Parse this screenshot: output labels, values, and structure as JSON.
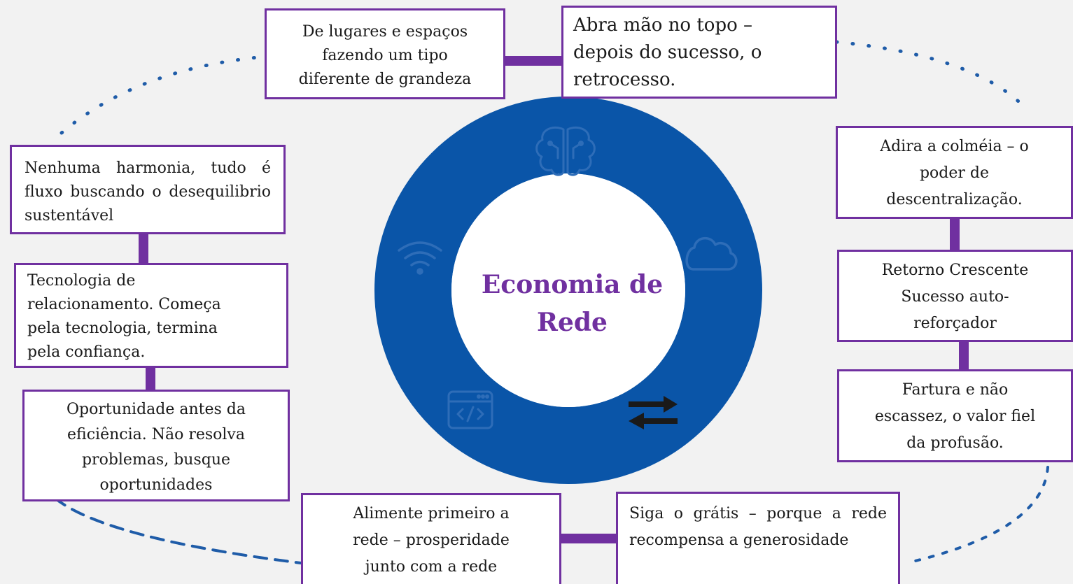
{
  "center": {
    "line1": "Economia de",
    "line2": "Rede"
  },
  "colors": {
    "ring": "#0a55a8",
    "accent": "#7030a0",
    "dots": "#1f5ca8",
    "box_border": "#7030a0"
  },
  "boxes": {
    "top_left": [
      "De lugares e espaços",
      "fazendo um tipo",
      "diferente de grandeza"
    ],
    "top_right": [
      "Abra mão no topo –",
      "depois do sucesso, o",
      "retrocesso."
    ],
    "left_1": "Nenhuma harmonia, tudo é fluxo buscando o desequilibrio sustentável",
    "left_2": [
      "Tecnologia de",
      "relacionamento. Começa",
      "pela tecnologia, termina",
      "pela confiança."
    ],
    "left_3": [
      "Oportunidade antes da",
      "eficiência. Não resolva",
      "problemas, busque",
      "oportunidades"
    ],
    "right_1": [
      "Adira a colméia – o",
      "poder de",
      "descentralização."
    ],
    "right_2": [
      "Retorno Crescente",
      "Sucesso auto-",
      "reforçador"
    ],
    "right_3": [
      "Fartura e não",
      "escassez, o valor fiel",
      "da profusão."
    ],
    "bottom_left": [
      "Alimente primeiro a",
      "rede – prosperidade",
      "junto com a rede"
    ],
    "bottom_right": "Siga o grátis – porque a rede recompensa a generosidade"
  },
  "icons": [
    "brain-circuit-icon",
    "wifi-icon",
    "cloud-icon",
    "code-window-icon",
    "transfer-arrows-icon"
  ]
}
